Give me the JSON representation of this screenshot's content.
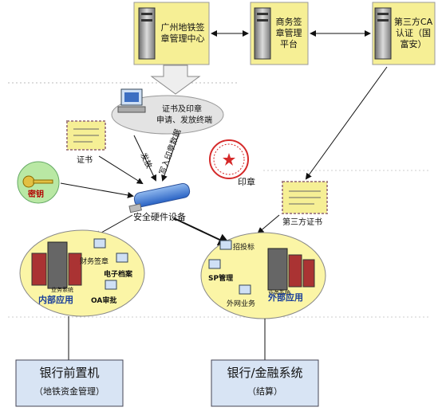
{
  "top": {
    "gz_center": "广州地铁签章管理中心",
    "business": "商务签章管理平台",
    "ca": "第三方CA认证（国富安）"
  },
  "terminal": {
    "line1": "证书及印章",
    "line2": "申请、发放终端"
  },
  "labels": {
    "cert": "证书",
    "key": "密钥",
    "seal": "印章",
    "write_cert": "发放",
    "write_seal": "写入印章数据",
    "device": "安全硬件设备",
    "third_cert": "第三方证书"
  },
  "internal": {
    "title": "内部应用",
    "finance": "财务签章",
    "archive": "电子档案",
    "oa": "OA审批",
    "system": "业务系统"
  },
  "external": {
    "title": "外部应用",
    "bidding": "招投标",
    "sp": "SP管理",
    "extnet": "外网业务",
    "system": "业务系统"
  },
  "bottom": {
    "bank_front": {
      "title": "银行前置机",
      "sub": "（地铁资金管理）"
    },
    "bank_fin": {
      "title": "银行/金融系统",
      "sub": "（结算）"
    }
  },
  "colors": {
    "box_fill": "#f6ef95",
    "ellipse_fill": "#fbf5a6",
    "accent": "#1a3f9a"
  }
}
